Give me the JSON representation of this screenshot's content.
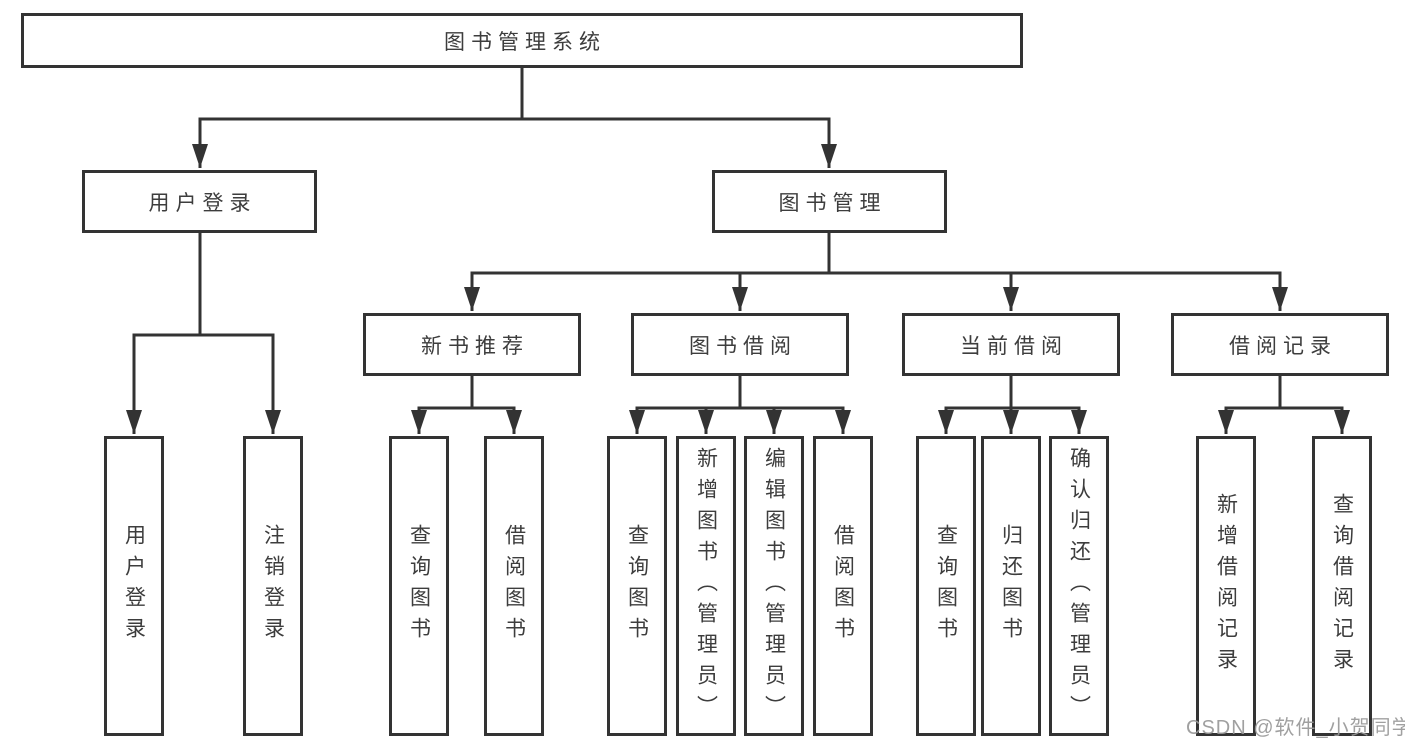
{
  "diagram": {
    "title": "图书管理系统",
    "root": {
      "label": "图书管理系统"
    },
    "level2": [
      {
        "label": "用户登录"
      },
      {
        "label": "图书管理"
      }
    ],
    "level3": [
      {
        "label": "新书推荐"
      },
      {
        "label": "图书借阅"
      },
      {
        "label": "当前借阅"
      },
      {
        "label": "借阅记录"
      }
    ],
    "leaves": {
      "login": [
        "用户登录",
        "注销登录"
      ],
      "recommend": [
        "查询图书",
        "借阅图书"
      ],
      "borrow": [
        "查询图书",
        "新增图书（管理员）",
        "编辑图书（管理员）",
        "借阅图书"
      ],
      "current": [
        "查询图书",
        "归还图书",
        "确认归还（管理员）"
      ],
      "records": [
        "新增借阅记录",
        "查询借阅记录"
      ]
    }
  },
  "watermark": {
    "text": "CSDN @软件_小贺同学"
  },
  "colors": {
    "line": "#333333",
    "text": "#3d3d3d",
    "box_background": "#ffffff",
    "watermark": "#989898",
    "background": "#ffffff"
  }
}
